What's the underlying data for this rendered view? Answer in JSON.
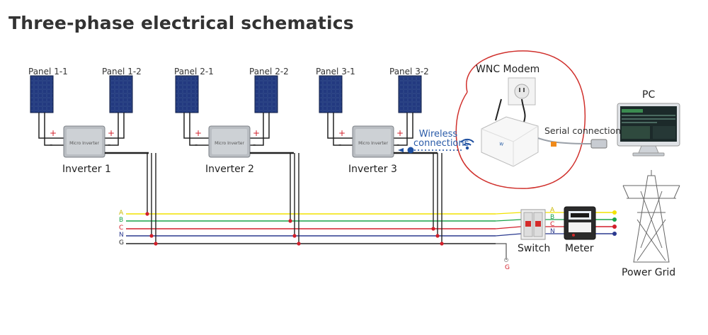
{
  "title": "Three-phase electrical schematics",
  "panels": [
    "Panel 1-1",
    "Panel 1-2",
    "Panel 2-1",
    "Panel 2-2",
    "Panel 3-1",
    "Panel 3-2"
  ],
  "inverters": [
    "Inverter 1",
    "Inverter 2",
    "Inverter 3"
  ],
  "inverter_device_text": [
    "Micro Inverter",
    "Micro Inverter",
    "Micro Inverter"
  ],
  "polarity": {
    "plus": "+",
    "minus": "-"
  },
  "wireless_label": [
    "Wireless",
    "connections"
  ],
  "modem_label": "WNC Modem",
  "serial_label": "Serial connection",
  "pc_label": "PC",
  "switch_label": "Switch",
  "meter_label": "Meter",
  "grid_label": "Power Grid",
  "ground_label": "G",
  "phases": [
    {
      "name": "A",
      "color": "#f2e200"
    },
    {
      "name": "B",
      "color": "#1aa34a"
    },
    {
      "name": "C",
      "color": "#d21f2a"
    },
    {
      "name": "N",
      "color": "#2b3a8f"
    },
    {
      "name": "G",
      "color": "#222222"
    }
  ],
  "output_phases": [
    "A",
    "B",
    "C",
    "N"
  ]
}
